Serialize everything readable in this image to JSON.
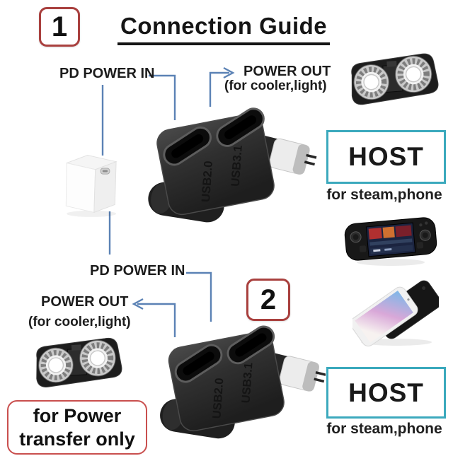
{
  "colors": {
    "connector_blue": "#5b82b5",
    "step_box_red": "#a9403e",
    "note_box_red": "#c94f4e",
    "host_box_teal": "#3ba9bd",
    "text_black": "#1c1c1c"
  },
  "header": {
    "step_number": "1",
    "title": "Connection Guide"
  },
  "section1": {
    "pd_power_in_label": "PD POWER IN",
    "power_out_label": "POWER OUT",
    "power_out_note": "(for cooler,light)",
    "host_label": "HOST",
    "host_note": "for steam,phone"
  },
  "section2": {
    "step_number": "2",
    "pd_power_in_label": "PD POWER IN",
    "power_out_label": "POWER OUT",
    "power_out_note": "(for cooler,light)",
    "host_label": "HOST",
    "host_note": "for steam,phone",
    "power_transfer_note": "for Power transfer only"
  },
  "adapter": {
    "usb2_port_label": "USB2.0",
    "usb3_port_label": "USB3.1"
  },
  "images": {
    "cooler": "dual-fan-cooler",
    "power_brick": "usb-c-power-adapter",
    "steam_deck": "steam-deck-console",
    "phone": "smartphone",
    "adapter": "dual-usb-c-right-angle-adapter"
  }
}
